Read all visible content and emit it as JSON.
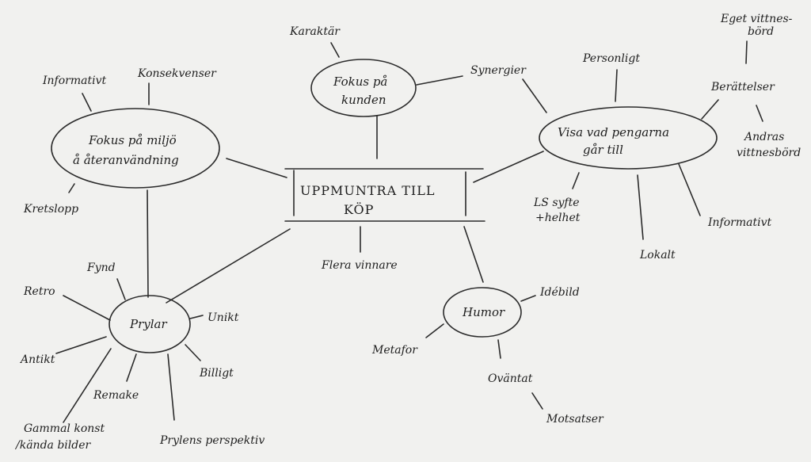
{
  "mindmap": {
    "center": {
      "line1": "UPPMUNTRA TILL",
      "line2": "KÖP"
    },
    "nodes": {
      "miljo": {
        "line1": "Fokus på miljö",
        "line2": "å återanvändning"
      },
      "kunden": {
        "line1": "Fokus på",
        "line2": "kunden"
      },
      "pengarna": {
        "line1": "Visa vad pengarna",
        "line2": "går till"
      },
      "humor": {
        "line1": "Humor"
      },
      "prylar": {
        "line1": "Prylar"
      }
    },
    "labels": {
      "informativt_left": "Informativt",
      "konsekvenser": "Konsekvenser",
      "kretslopp": "Kretslopp",
      "karaktar": "Karaktär",
      "synergier": "Synergier",
      "personligt": "Personligt",
      "berattelser": "Berättelser",
      "eget_line1": "Eget vittnes-",
      "eget_line2": "börd",
      "andras_line1": "Andras",
      "andras_line2": "vittnesbörd",
      "ls_line1": "LS syfte",
      "ls_line2": "+helhet",
      "lokalt": "Lokalt",
      "informativt_right": "Informativt",
      "flera_vinnare": "Flera vinnare",
      "idebild": "Idébild",
      "metafor": "Metafor",
      "ovantat": "Oväntat",
      "motsatser": "Motsatser",
      "fynd": "Fynd",
      "retro": "Retro",
      "unikt": "Unikt",
      "antikt": "Antikt",
      "billigt": "Billigt",
      "remake": "Remake",
      "gammal_line1": "Gammal konst",
      "gammal_line2": "/kända bilder",
      "prylens_perspektiv": "Prylens perspektiv"
    }
  }
}
